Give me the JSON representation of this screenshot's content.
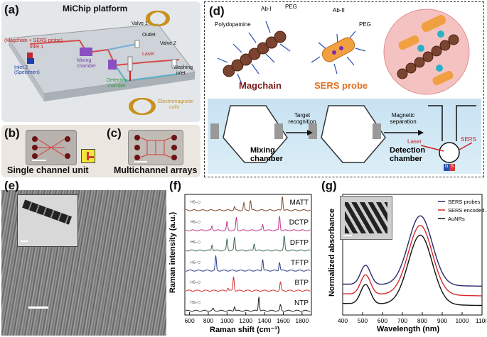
{
  "panel_a": {
    "label": "(a)",
    "title": "MiChip platform",
    "labels": {
      "inlet1": "(Magchain + SERS probe)",
      "inlet1b": "Inlet 1",
      "inlet2": "Inlet 2 (Specimen)",
      "mixing": "Mixing",
      "mixing2": "chamber",
      "valve1": "Valve 1",
      "outlet": "Outlet",
      "valve2": "Valve 2",
      "laser": "Laser",
      "washing": "Washing",
      "washing2": "inlet",
      "detection": "Detection",
      "detection2": "chamber",
      "coils": "Electromagnetic",
      "coils2": "coils"
    }
  },
  "panel_b": {
    "label": "(b)",
    "caption": "Single channel unit"
  },
  "panel_c": {
    "label": "(c)",
    "caption": "Multichannel arrays"
  },
  "panel_d": {
    "label": "(d)",
    "abI": "Ab-I",
    "peg1": "PEG",
    "abII": "Ab-II",
    "peg2": "PEG",
    "polydopamine": "Polydopamine",
    "magchain": "Magchain",
    "sers_probe": "SERS probe",
    "target_recognition": "Target recognition",
    "magnetic_separation": "Magnetic separation",
    "mixing_chamber": "Mixing chamber",
    "detection_chamber": "Detection chamber",
    "laser": "Laser",
    "sers": "SERS",
    "n": "N",
    "s": "S"
  },
  "panel_e": {
    "label": "(e)"
  },
  "panel_f": {
    "label": "(f)",
    "chart_data": {
      "type": "line",
      "xlabel": "Raman shift (cm⁻¹)",
      "ylabel": "Raman intensity (a.u.)",
      "xlim": [
        550,
        1900
      ],
      "xticks": [
        600,
        800,
        1000,
        1200,
        1400,
        1600,
        1800
      ],
      "series": [
        {
          "name": "MATT",
          "color": "#7a4a2e",
          "peaks": [
            [
              1180,
              0.5
            ],
            [
              1250,
              0.7
            ],
            [
              1590,
              1.0
            ],
            [
              1080,
              0.25
            ]
          ]
        },
        {
          "name": "DCTP",
          "color": "#c0348a",
          "peaks": [
            [
              1000,
              0.6
            ],
            [
              1100,
              0.9
            ],
            [
              1380,
              0.4
            ],
            [
              1560,
              1.0
            ],
            [
              840,
              0.3
            ]
          ]
        },
        {
          "name": "DFTP",
          "color": "#3a6b4a",
          "peaks": [
            [
              840,
              0.4
            ],
            [
              1000,
              0.8
            ],
            [
              1080,
              0.9
            ],
            [
              1290,
              0.5
            ],
            [
              1610,
              1.0
            ]
          ]
        },
        {
          "name": "TFTP",
          "color": "#2c3a8c",
          "peaks": [
            [
              880,
              1.0
            ],
            [
              1380,
              0.8
            ],
            [
              1560,
              0.6
            ]
          ]
        },
        {
          "name": "BTP",
          "color": "#d43030",
          "peaks": [
            [
              1070,
              1.0
            ],
            [
              1570,
              0.6
            ],
            [
              1010,
              0.2
            ]
          ]
        },
        {
          "name": "NTP",
          "color": "#222222",
          "peaks": [
            [
              1080,
              0.3
            ],
            [
              1340,
              1.0
            ],
            [
              1570,
              0.4
            ],
            [
              850,
              0.15
            ]
          ]
        }
      ]
    }
  },
  "panel_g": {
    "label": "(g)",
    "chart_data": {
      "type": "line",
      "xlabel": "Wavelength (nm)",
      "ylabel": "Normalized absorbance",
      "xlim": [
        400,
        1100
      ],
      "xticks": [
        400,
        500,
        600,
        700,
        800,
        900,
        1000,
        1100
      ],
      "series": [
        {
          "name": "SERS probes",
          "color": "#2a2a6e",
          "offset": 0.2
        },
        {
          "name": "SERS encoded AuNRs",
          "color": "#d42a2a",
          "offset": 0.1
        },
        {
          "name": "AuNRs",
          "color": "#111111",
          "offset": 0.0
        }
      ]
    }
  }
}
